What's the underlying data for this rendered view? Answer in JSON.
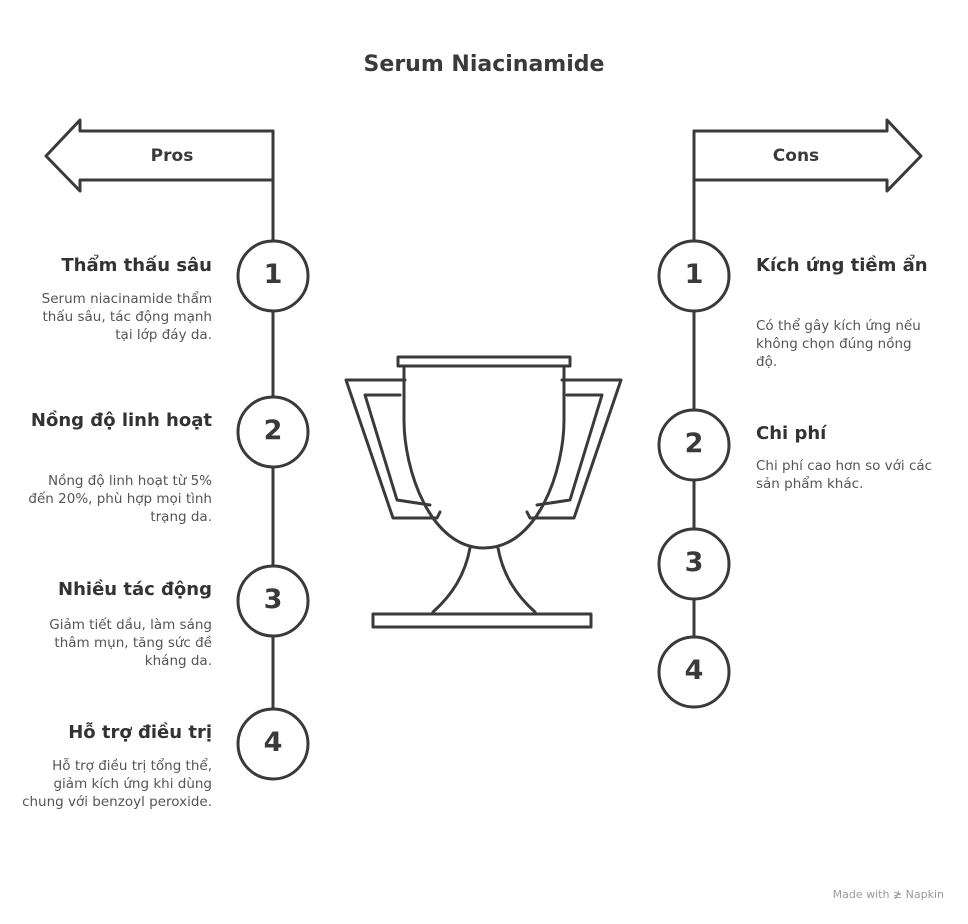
{
  "title": "Serum Niacinamide",
  "pros": {
    "label": "Pros",
    "items": [
      {
        "num": "1",
        "title": "Thẩm thấu sâu",
        "desc": "Serum niacinamide thẩm thấu sâu, tác động mạnh tại lớp đáy da."
      },
      {
        "num": "2",
        "title": "Nồng độ linh hoạt",
        "desc": "Nồng độ linh hoạt từ 5% đến 20%, phù hợp mọi tình trạng da."
      },
      {
        "num": "3",
        "title": "Nhiều tác động",
        "desc": "Giảm tiết dầu, làm sáng thâm mụn, tăng sức đề kháng da."
      },
      {
        "num": "4",
        "title": "Hỗ trợ điều trị",
        "desc": "Hỗ trợ điều trị tổng thể, giảm kích ứng khi dùng chung với benzoyl peroxide."
      }
    ]
  },
  "cons": {
    "label": "Cons",
    "items": [
      {
        "num": "1",
        "title": "Kích ứng tiềm ẩn",
        "desc": "Có thể gây kích ứng nếu không chọn đúng nồng độ."
      },
      {
        "num": "2",
        "title": "Chi phí",
        "desc": "Chi phí cao hơn so với các sản phẩm khác."
      },
      {
        "num": "3"
      },
      {
        "num": "4"
      }
    ]
  },
  "footer": "Made with ≱ Napkin",
  "colors": {
    "stroke": "#3a3a3a",
    "text": "#333333",
    "muted": "#555555"
  }
}
